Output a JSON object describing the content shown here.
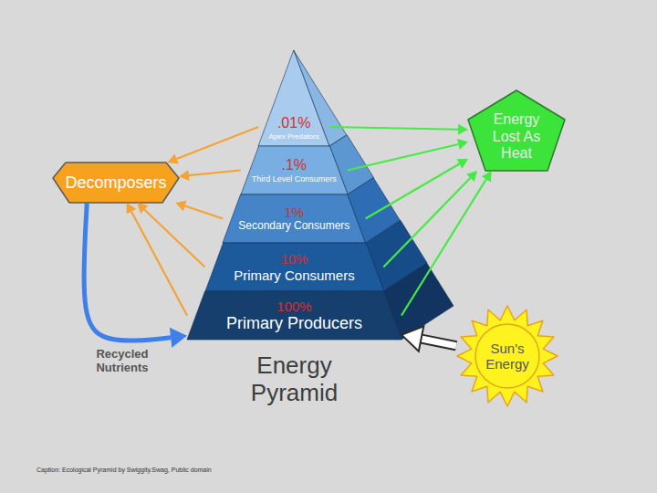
{
  "diagram": {
    "title": "Energy Pyramid",
    "caption": "Caption: Ecological Pyramid by Swiggity.Swag, Public domain",
    "nodes": [
      {
        "text": [
          ".01%",
          "Apex Predators"
        ]
      },
      {
        "text": [
          ".1%",
          "Third Level Consumers"
        ]
      },
      {
        "text": [
          "1%",
          "Secondary Consumers"
        ]
      },
      {
        "text": [
          "10%",
          "Primary Consumers"
        ]
      },
      {
        "text": [
          "100%",
          "Primary Producers"
        ]
      },
      {
        "text": [
          "Decomposers"
        ]
      },
      {
        "text": [
          "Energy Lost As Heat"
        ]
      },
      {
        "text": [
          "Sun's Energy"
        ]
      }
    ],
    "edges": [
      {
        "from": 0,
        "to": 5,
        "arrow": "to"
      },
      {
        "from": 1,
        "to": 5,
        "arrow": "to"
      },
      {
        "from": 2,
        "to": 5,
        "arrow": "to"
      },
      {
        "from": 3,
        "to": 5,
        "arrow": "to"
      },
      {
        "from": 4,
        "to": 5,
        "arrow": "to"
      },
      {
        "from": 0,
        "to": 6,
        "arrow": "to"
      },
      {
        "from": 1,
        "to": 6,
        "arrow": "to"
      },
      {
        "from": 2,
        "to": 6,
        "arrow": "to"
      },
      {
        "from": 3,
        "to": 6,
        "arrow": "to"
      },
      {
        "from": 4,
        "to": 6,
        "arrow": "to"
      },
      {
        "from": 5,
        "to": 4,
        "label": "Recycled Nutrients",
        "arrow": "to"
      },
      {
        "from": 7,
        "to": 4,
        "arrow": "to"
      }
    ]
  }
}
